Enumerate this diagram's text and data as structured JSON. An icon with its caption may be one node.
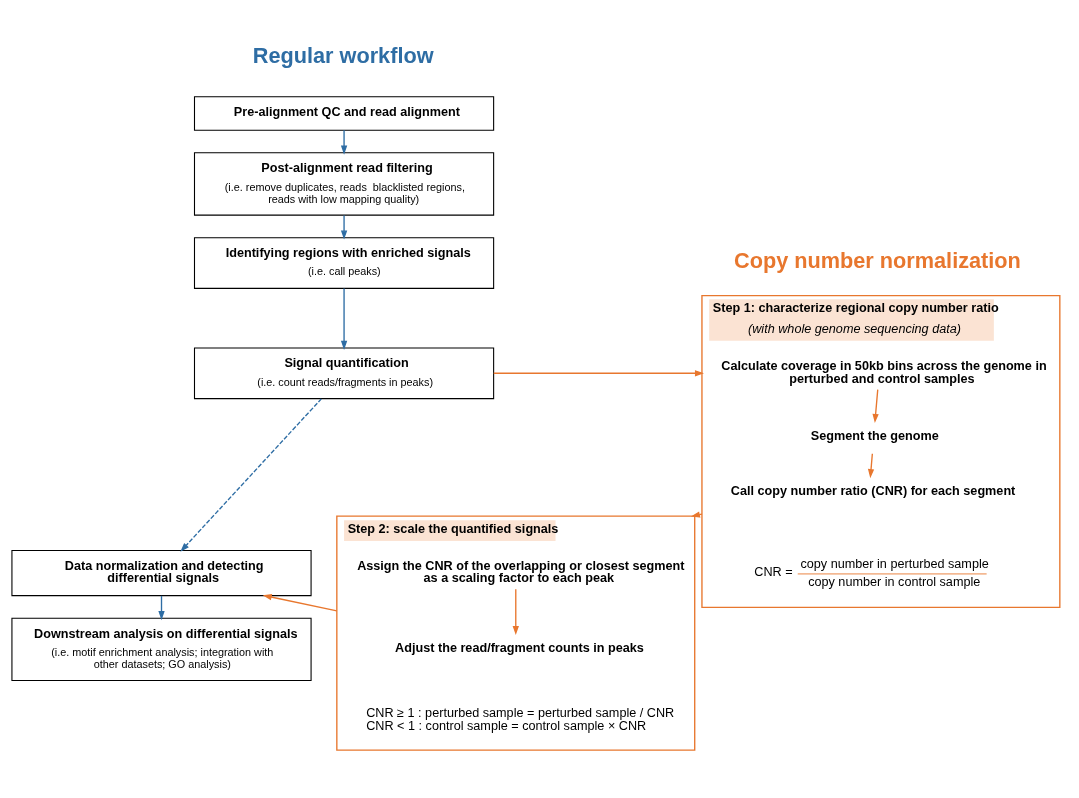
{
  "diagram": {
    "nodes": [
      {
        "text": [
          "Pre-alignment QC and read alignment"
        ]
      },
      {
        "text": [
          "Post-alignment read filtering",
          "(i.e. remove duplicates, reads  blacklisted regions, reads with low mapping quality)"
        ]
      },
      {
        "text": [
          "Identifying regions with enriched signals",
          "(i.e. call peaks)"
        ]
      },
      {
        "text": [
          "Signal quantification",
          "(i.e. count reads/fragments in peaks)"
        ]
      },
      {
        "text": [
          "Data normalization and detecting differential signals"
        ]
      },
      {
        "text": [
          "Downstream analysis on differential signals",
          "(i.e. motif enrichment analysis; integration with other datasets; GO analysis)"
        ]
      },
      {
        "text": [
          "Step 1: characterize regional copy number ratio",
          "(with whole genome sequencing data)"
        ]
      },
      {
        "text": [
          "Calculate coverage in 50kb bins across the genome in perturbed and control samples"
        ],
        "in": 6
      },
      {
        "text": [
          "Segment the genome"
        ],
        "in": 6
      },
      {
        "text": [
          "Call copy number ratio (CNR) for each segment"
        ],
        "in": 6
      },
      {
        "text": [
          "Step 2: scale the quantified signals"
        ]
      },
      {
        "text": [
          "Assign the CNR of the overlapping or closest segment as a scaling factor to each peak"
        ],
        "in": 10
      },
      {
        "text": [
          "Adjust the read/fragment counts in peaks"
        ],
        "in": 10
      }
    ],
    "edges": [
      {
        "from": 0,
        "to": 1,
        "arrow": "to",
        "color": "#2e6da4"
      },
      {
        "from": 1,
        "to": 2,
        "arrow": "to",
        "color": "#2e6da4"
      },
      {
        "from": 2,
        "to": 3,
        "arrow": "to",
        "color": "#2e6da4"
      },
      {
        "from": 3,
        "to": 4,
        "arrow": "to",
        "style": "dashed",
        "color": "#2e6da4"
      },
      {
        "from": 4,
        "to": 5,
        "arrow": "to",
        "color": "#2e6da4"
      },
      {
        "from": 3,
        "to": 6,
        "arrow": "to"
      },
      {
        "from": 7,
        "to": 8,
        "arrow": "to"
      },
      {
        "from": 8,
        "to": 9,
        "arrow": "to"
      },
      {
        "from": 6,
        "to": 10,
        "arrow": "to"
      },
      {
        "from": 10,
        "to": 4,
        "arrow": "to"
      },
      {
        "from": 11,
        "to": 12,
        "arrow": "to"
      }
    ],
    "labels": [
      "Regular workflow",
      "Copy number normalization",
      "CNR =",
      "copy number in perturbed sample",
      "copy number in control sample",
      "CNR ≥ 1 : perturbed sample = perturbed sample / CNR",
      "CNR < 1 : control sample = control sample × CNR"
    ]
  }
}
